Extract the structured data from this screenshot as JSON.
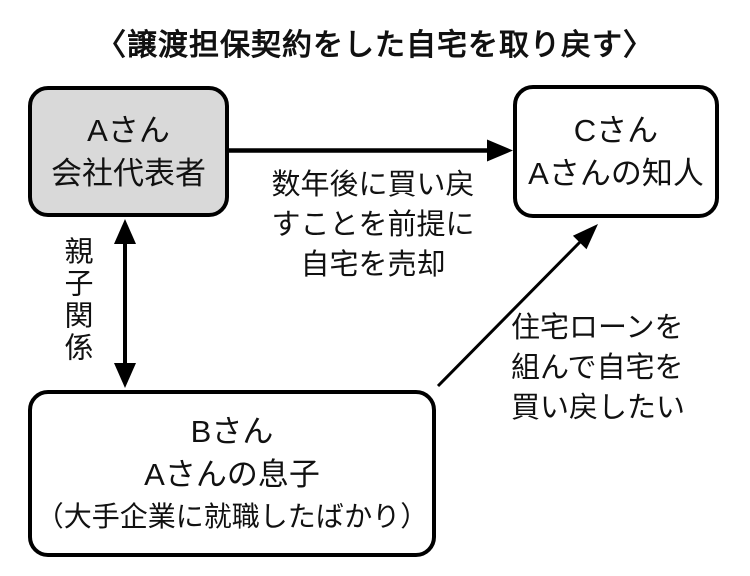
{
  "title": "〈譲渡担保契約をした自宅を取り戻す〉",
  "boxes": {
    "a": {
      "name": "Aさん",
      "role": "会社代表者"
    },
    "c": {
      "name": "Cさん",
      "role": "Aさんの知人"
    },
    "b": {
      "name": "Bさん",
      "role": "Aさんの息子",
      "note": "（大手企業に就職したばかり）"
    }
  },
  "edges": {
    "a_to_c": {
      "label_lines": [
        "数年後に買い戻",
        "すことを前提に",
        "自宅を売却"
      ]
    },
    "a_b": {
      "label": "親子関係"
    },
    "b_to_c": {
      "label_lines": [
        "住宅ローンを",
        "組んで自宅を",
        "買い戻したい"
      ]
    }
  },
  "colors": {
    "box_a_fill": "#d9d9d9",
    "box_fill": "#ffffff",
    "line": "#000000",
    "text": "#111111",
    "background": "#ffffff"
  }
}
